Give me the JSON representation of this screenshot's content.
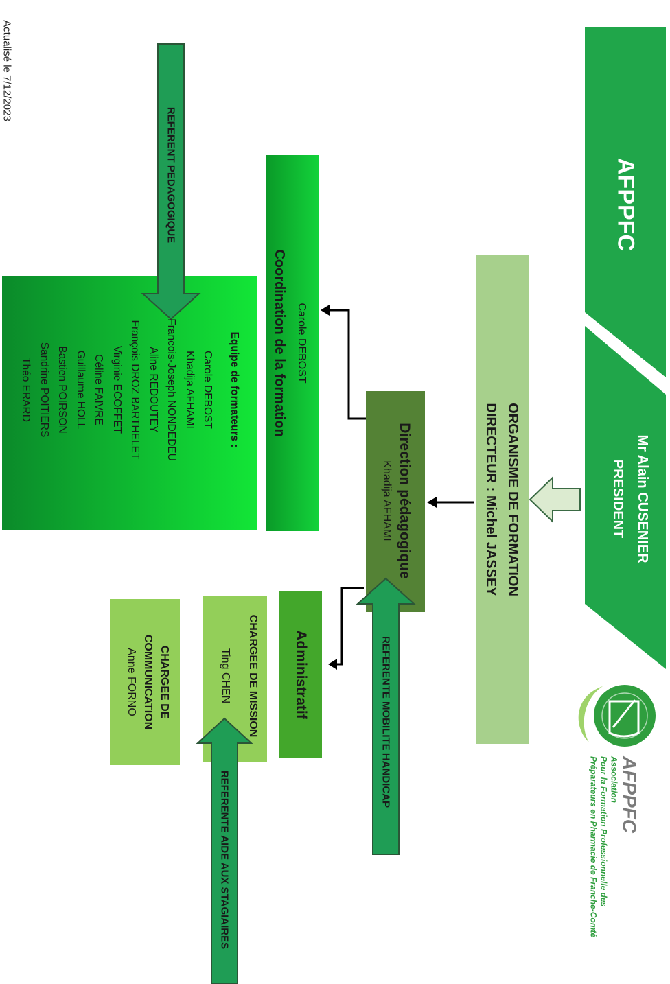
{
  "header": {
    "org": "AFPPFC",
    "president_name": "Mr Alain CUSENIER",
    "president_title": "PRESIDENT"
  },
  "logo": {
    "name": "AFPPFC",
    "line1": "Association",
    "line2": "Pour la Formation Professionnelle des",
    "line3": "Préparateurs en Pharmacie de Franche-Comté"
  },
  "organisme": {
    "line1": "ORGANISME DE FORMATION",
    "line2": "DIRECTEUR : Michel JASSEY"
  },
  "direction": {
    "title": "Direction pédagogique",
    "name": "Khadija AFHAMI"
  },
  "coordination": {
    "name": "Carole DEBOST",
    "title": "Coordination de la formation"
  },
  "equipe": {
    "title": "Equipe de formateurs :",
    "members": [
      "Carole DEBOST",
      "Khadija AFHAMI",
      "Francois-Joseph NONDEDEU",
      "Aline REDOUTEY",
      "François DROZ BARTHELET",
      "Virginie ECOFFET",
      "Céline FAIVRE",
      "Guillaume HOLL",
      "Bastien POIRSON",
      "Sandrine POITIERS",
      "Théo ERARD"
    ]
  },
  "administratif": {
    "title": "Administratif"
  },
  "mission": {
    "title": "CHARGEE DE MISSION",
    "name": "Ting CHEN"
  },
  "communication": {
    "title1": "CHARGEE DE",
    "title2": "COMMUNICATION",
    "name": "Anne FORNO"
  },
  "arrows": {
    "pedagogique": "REFERENT PEDAGOGIQUE",
    "handicap": "REFERENTE MOBILITE HANDICAP",
    "aide": "REFERENTE AIDE AUX STAGIAIRES"
  },
  "footer": {
    "updated": "Actualisé le 7/12/2023"
  },
  "colors": {
    "banner": "#20a64a",
    "organisme": "#a7d08c",
    "direction": "#548235",
    "coordination": "#11b933",
    "administratif": "#43a72b",
    "light_box": "#93cf59",
    "arrow": "#1f9d55"
  }
}
